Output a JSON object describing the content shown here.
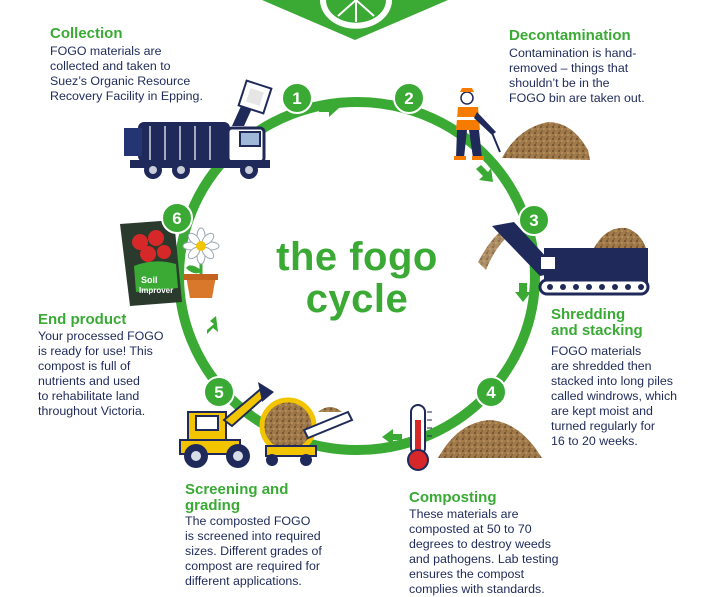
{
  "title": {
    "line1": "the fogo",
    "line2": "cycle"
  },
  "steps": [
    {
      "number": "1",
      "title": "Collection",
      "body": "FOGO materials are\ncollected and taken to\nSuez’s Organic Resource\nRecovery Facility in Epping."
    },
    {
      "number": "2",
      "title": "Decontamination",
      "body": "Contamination is hand-\nremoved – things that\nshouldn’t be in the\nFOGO bin are taken out."
    },
    {
      "number": "3",
      "title": "Shredding\nand stacking",
      "body": "FOGO materials\nare shredded then\nstacked into long piles\ncalled windrows, which\nare kept moist and\nturned regularly for\n16 to 20 weeks."
    },
    {
      "number": "4",
      "title": "Composting",
      "body": "These materials are\ncomposted at 50 to 70\ndegrees to destroy weeds\nand pathogens. Lab testing\nensures the compost\ncomplies with standards."
    },
    {
      "number": "5",
      "title": "Screening and\ngrading",
      "body": "The composted FOGO\nis screened into required\nsizes. Different grades of\ncompost are required for\ndifferent applications."
    },
    {
      "number": "6",
      "title": "End product",
      "body": "Your processed FOGO\nis ready for use! This\ncompost is full of\nnutrients and used\nto rehabilitate land\nthroughout Victoria."
    }
  ],
  "product_bag": {
    "line1": "Soil",
    "line2": "Improver"
  },
  "colors": {
    "green": "#3aaa35",
    "navy": "#1f2a5a",
    "soil": "#8a6a3e"
  },
  "icons": [
    "garbage-truck-icon",
    "worker-icon",
    "shredder-icon",
    "thermometer-icon",
    "screening-machine-icon",
    "compost-bag-icon",
    "flower-pot-icon",
    "lemon-slice-icon"
  ]
}
